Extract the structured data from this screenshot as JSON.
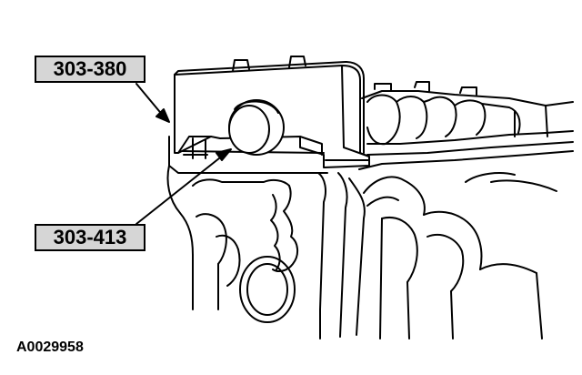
{
  "callouts": {
    "tool_upper": "303-380",
    "tool_lower": "303-413"
  },
  "figure_id": "A0029958"
}
